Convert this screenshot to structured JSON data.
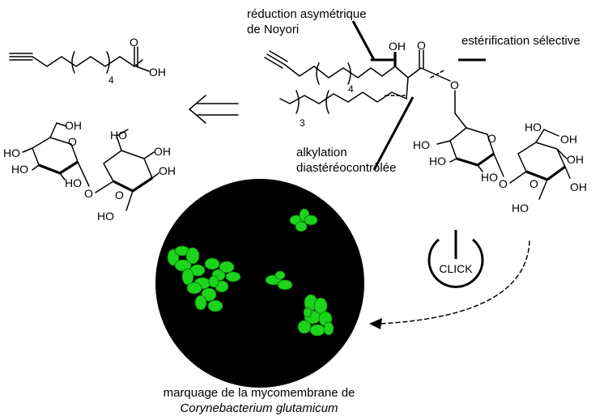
{
  "annotations": {
    "noyori_line1": "réduction asymétrique",
    "noyori_line2": "de Noyori",
    "esterification": "estérification sélective",
    "alkylation_line1": "alkylation",
    "alkylation_line2": "diastéréocontrôlée"
  },
  "atoms": {
    "OH": "OH",
    "HO": "HO",
    "O": "O",
    "sub4": "4",
    "sub3": "3"
  },
  "click_label": "CLICK",
  "caption": {
    "line1": "marquage de la mycomembrane de",
    "line2": "Corynebacterium glutamicum"
  }
}
